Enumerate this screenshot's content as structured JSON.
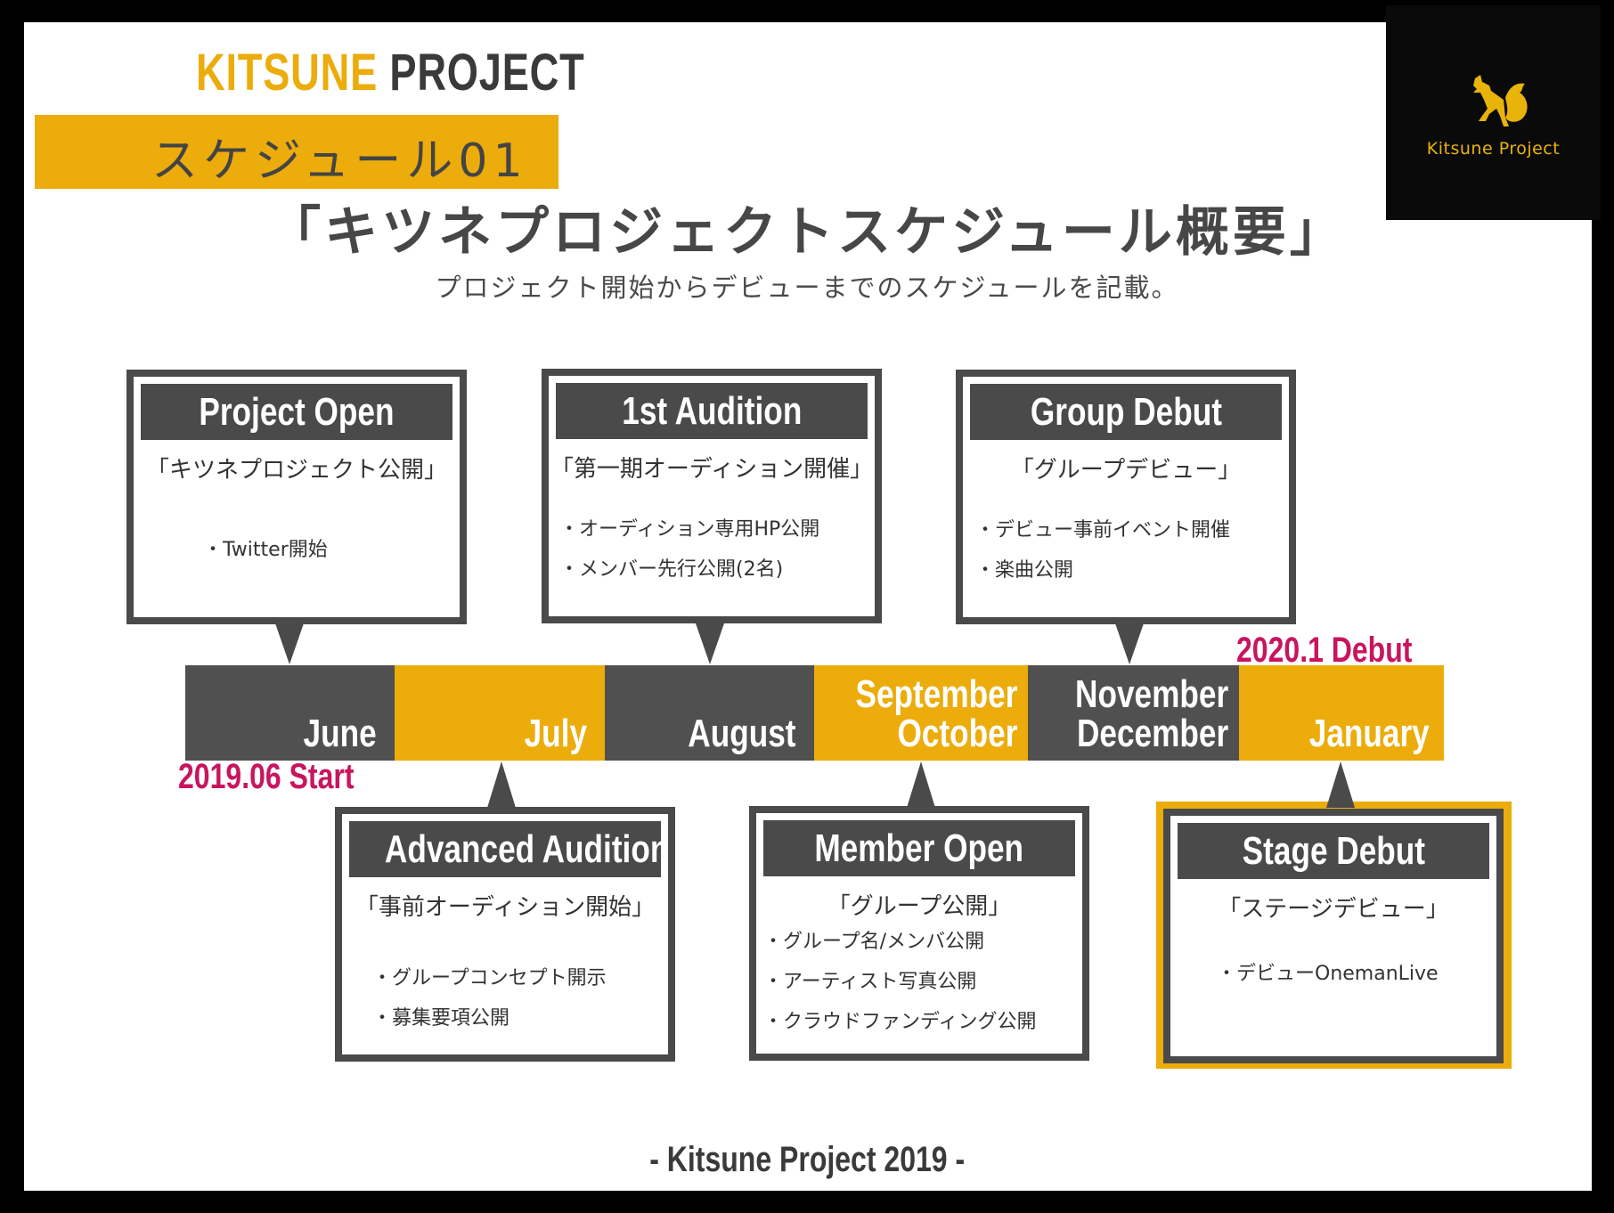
{
  "header": {
    "brand_accent": "KITSUNE",
    "brand_main": "PROJECT",
    "section_label": "スケジュール01"
  },
  "logo": {
    "text": "Kitsune Project",
    "icon": "fox-icon"
  },
  "title": "「キツネプロジェクトスケジュール概要」",
  "subtitle": "プロジェクト開始からデビューまでのスケジュールを記載。",
  "colors": {
    "gold": "#ebac0c",
    "dark": "#4a4a4a",
    "marker": "#c8155e",
    "frame": "#000000"
  },
  "timeline": {
    "segments": [
      {
        "label": [
          "June"
        ],
        "tone": "dark"
      },
      {
        "label": [
          "July"
        ],
        "tone": "gold"
      },
      {
        "label": [
          "August"
        ],
        "tone": "dark"
      },
      {
        "label": [
          "September",
          "October"
        ],
        "tone": "gold"
      },
      {
        "label": [
          "November",
          "December"
        ],
        "tone": "dark"
      },
      {
        "label": [
          "January"
        ],
        "tone": "gold"
      }
    ],
    "start_marker": "2019.06 Start",
    "end_marker": "2020.1 Debut"
  },
  "milestones_top": [
    {
      "title": "Project Open",
      "subtitle": "「キツネプロジェクト公開」",
      "items": [
        "・Twitter開始"
      ]
    },
    {
      "title": "1st Audition",
      "subtitle": "「第一期オーディション開催」",
      "items": [
        "・オーディション専用HP公開",
        "・メンバー先行公開(2名)"
      ]
    },
    {
      "title": "Group Debut",
      "subtitle": "「グループデビュー」",
      "items": [
        "・デビュー事前イベント開催",
        "・楽曲公開"
      ]
    }
  ],
  "milestones_bottom": [
    {
      "title": "Advanced Audition",
      "subtitle": "「事前オーディション開始」",
      "items": [
        "・グループコンセプト開示",
        "・募集要項公開"
      ]
    },
    {
      "title": "Member Open",
      "subtitle": "「グループ公開」",
      "items": [
        "・グループ名/メンバ公開",
        "・アーティスト写真公開",
        "・クラウドファンディング公開"
      ]
    },
    {
      "title": "Stage Debut",
      "subtitle": "「ステージデビュー」",
      "items": [
        "・デビューOnemanLive"
      ]
    }
  ],
  "footer": "- Kitsune Project 2019 -"
}
